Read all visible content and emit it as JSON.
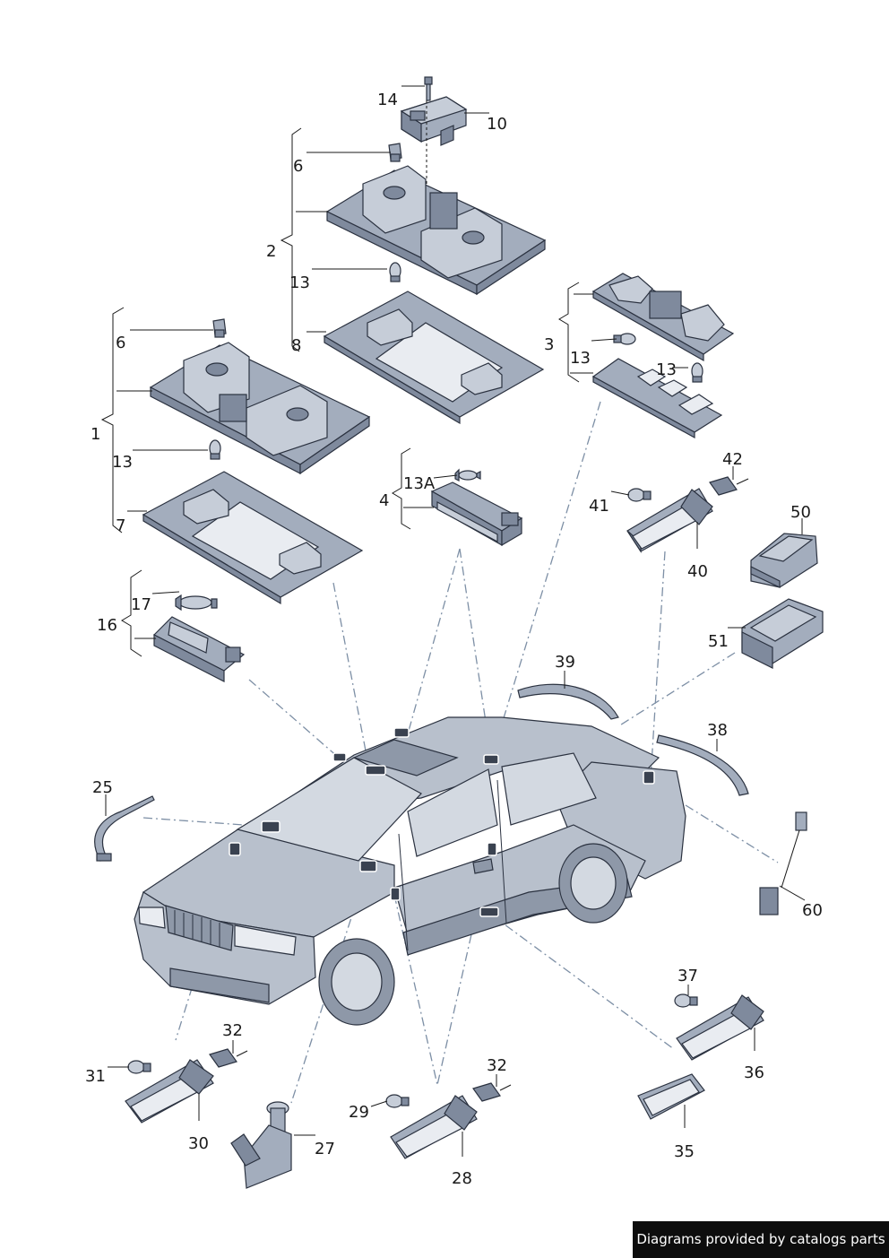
{
  "labels": {
    "p1": "1",
    "p2": "2",
    "p3": "3",
    "p4": "4",
    "p6a": "6",
    "p6b": "6",
    "p7": "7",
    "p8": "8",
    "p10": "10",
    "p13a": "13",
    "p13b": "13",
    "p13c": "13",
    "p13d": "13",
    "p13A": "13A",
    "p14": "14",
    "p16": "16",
    "p17": "17",
    "p25": "25",
    "p27": "27",
    "p28": "28",
    "p29": "29",
    "p30": "30",
    "p31": "31",
    "p32a": "32",
    "p32b": "32",
    "p35": "35",
    "p36": "36",
    "p37": "37",
    "p38": "38",
    "p39": "39",
    "p40": "40",
    "p41": "41",
    "p42": "42",
    "p50": "50",
    "p51": "51",
    "p60": "60"
  },
  "watermark": "Diagrams provided by catalogs parts"
}
